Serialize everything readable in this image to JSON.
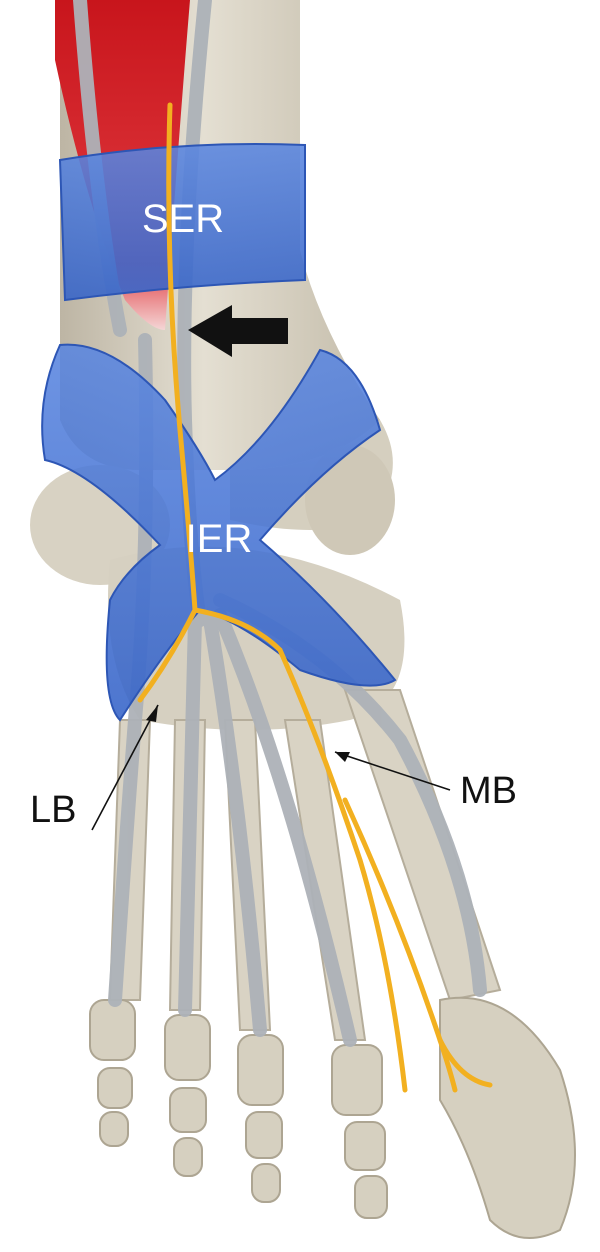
{
  "labels": {
    "superior_retinaculum": "SER",
    "inferior_retinaculum": "IER",
    "lateral_branch": "LB",
    "medial_branch": "MB"
  },
  "colors": {
    "bone": "#d9d3c4",
    "bone_shade": "#b9b1a0",
    "tendon": "#b4b8bd",
    "muscle": "#d8232a",
    "retinaculum": "#3f6fd4",
    "nerve": "#f2b020",
    "arrow": "#111111"
  },
  "icons": {
    "arrow": "left-pointing-black-arrow"
  }
}
